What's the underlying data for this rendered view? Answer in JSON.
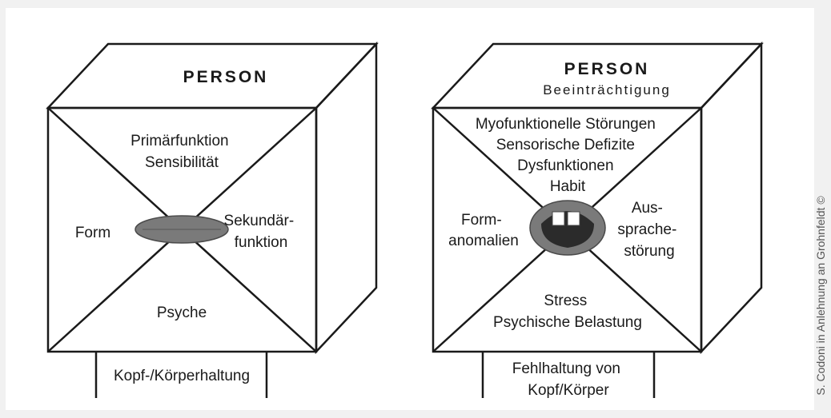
{
  "left_cube": {
    "title": "PERSON",
    "top": [
      "Primärfunktion",
      "Sensibilität"
    ],
    "left": [
      "Form"
    ],
    "right": [
      "Sekundär-",
      "funktion"
    ],
    "bottom": [
      "Psyche"
    ],
    "stand": [
      "Kopf-/Körperhaltung"
    ]
  },
  "right_cube": {
    "title": "PERSON",
    "subtitle": "Beeinträchtigung",
    "top": [
      "Myofunktionelle Störungen",
      "Sensorische Defizite",
      "Dysfunktionen",
      "Habit"
    ],
    "left": [
      "Form-",
      "anomalien"
    ],
    "right": [
      "Aus-",
      "sprache-",
      "störung"
    ],
    "bottom": [
      "Stress",
      "Psychische Belastung"
    ],
    "stand": [
      "Fehlhaltung von",
      "Kopf/Körper"
    ]
  },
  "credit": "S. Codoni in Anlehnung an Grohnfeldt ©",
  "colors": {
    "background": "#f1f1f1",
    "panel": "#ffffff",
    "line": "#1a1a1a",
    "mouth": "#7a7a7a"
  },
  "icons": {
    "left_center": "closed-mouth-icon",
    "right_center": "open-mouth-teeth-icon"
  }
}
